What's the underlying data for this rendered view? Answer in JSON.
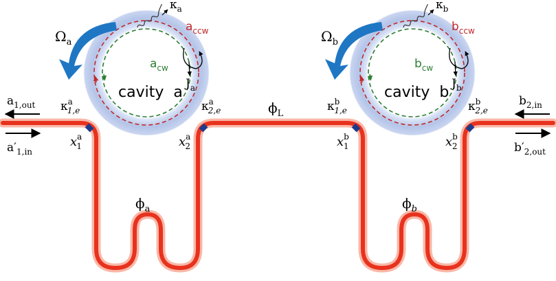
{
  "cavity_a": {
    "label": "cavity  a",
    "rotation_label": "Ω",
    "rotation_sub": "a",
    "loss_label": "κ",
    "loss_sub": "a",
    "ccw_label": "a",
    "ccw_sub": "ccw",
    "cw_label": "a",
    "cw_sub": "cw",
    "coupling_label": "J",
    "coupling_sub": "a",
    "k1_base": "κ",
    "k1_sup": "a",
    "k1_sub": "1,e",
    "k2_base": "κ",
    "k2_sup": "a",
    "k2_sub": "2,e",
    "x1_base": "x",
    "x1_sub": "1",
    "x1_sup": "a",
    "x2_base": "x",
    "x2_sub": "2",
    "x2_sup": "a",
    "phase_label": "ϕ",
    "phase_sub": "a"
  },
  "cavity_b": {
    "label": "cavity  b",
    "rotation_label": "Ω",
    "rotation_sub": "b",
    "loss_label": "κ",
    "loss_sub": "b",
    "ccw_label": "b",
    "ccw_sub": "ccw",
    "cw_label": "b",
    "cw_sub": "cw",
    "coupling_label": "J",
    "coupling_sub": "b",
    "k1_base": "κ",
    "k1_sup": "b",
    "k1_sub": "1,e",
    "k2_base": "κ",
    "k2_sup": "b",
    "k2_sub": "2,e",
    "x1_base": "x",
    "x1_sub": "1",
    "x1_sup": "b",
    "x2_base": "x",
    "x2_sub": "2",
    "x2_sup": "b",
    "phase_label": "ϕ",
    "phase_sub": "b"
  },
  "link": {
    "phase_label": "ϕ",
    "phase_sub": "L"
  },
  "ports": {
    "a1_out_base": "a",
    "a1_out_sub": "1,out",
    "a1_in_base": "a′",
    "a1_in_sub": "1,in",
    "b2_in_base": "b",
    "b2_in_sub": "2,in",
    "b2_out_base": "b′",
    "b2_out_sub": "2,out"
  },
  "colors": {
    "waveguide": "#e8321e",
    "waveguide_glow": "#f9b8a8",
    "ring": "#b9c8ea",
    "ccw_mode": "#c0282a",
    "cw_mode": "#2e7d32",
    "rotation_arrow": "#1f77c4",
    "coupler": "#1e3a8a"
  }
}
